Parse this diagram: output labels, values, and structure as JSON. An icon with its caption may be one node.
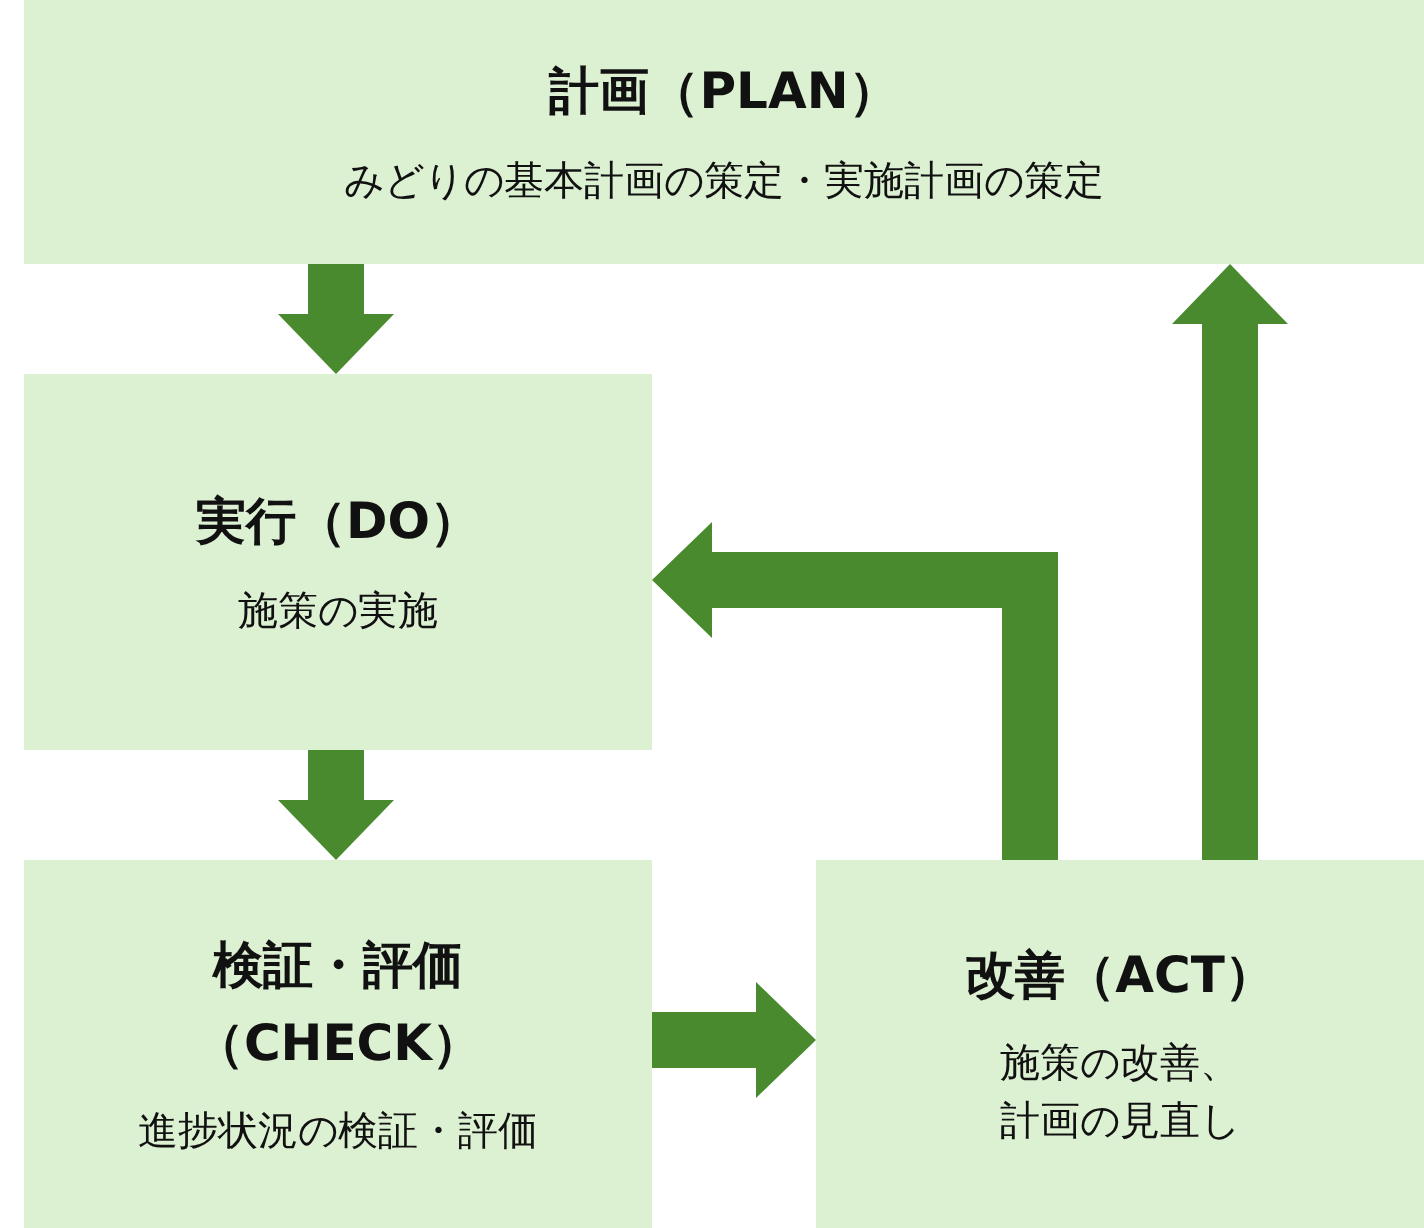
{
  "diagram": {
    "nodes": [
      {
        "text": [
          "計画（PLAN）",
          "みどりの基本計画の策定・実施計画の策定"
        ]
      },
      {
        "text": [
          "実行（DO）",
          "施策の実施"
        ]
      },
      {
        "text": [
          "検証・評価（CHECK）",
          "進捗状況の検証・評価"
        ]
      },
      {
        "text": [
          "改善（ACT）",
          "施策の改善、計画の見直し"
        ]
      }
    ],
    "edges": [
      {
        "from": 0,
        "to": 1,
        "arrow": "to"
      },
      {
        "from": 1,
        "to": 2,
        "arrow": "to"
      },
      {
        "from": 2,
        "to": 3,
        "arrow": "to"
      },
      {
        "from": 3,
        "to": 1,
        "arrow": "to"
      },
      {
        "from": 3,
        "to": 0,
        "arrow": "to"
      }
    ]
  }
}
